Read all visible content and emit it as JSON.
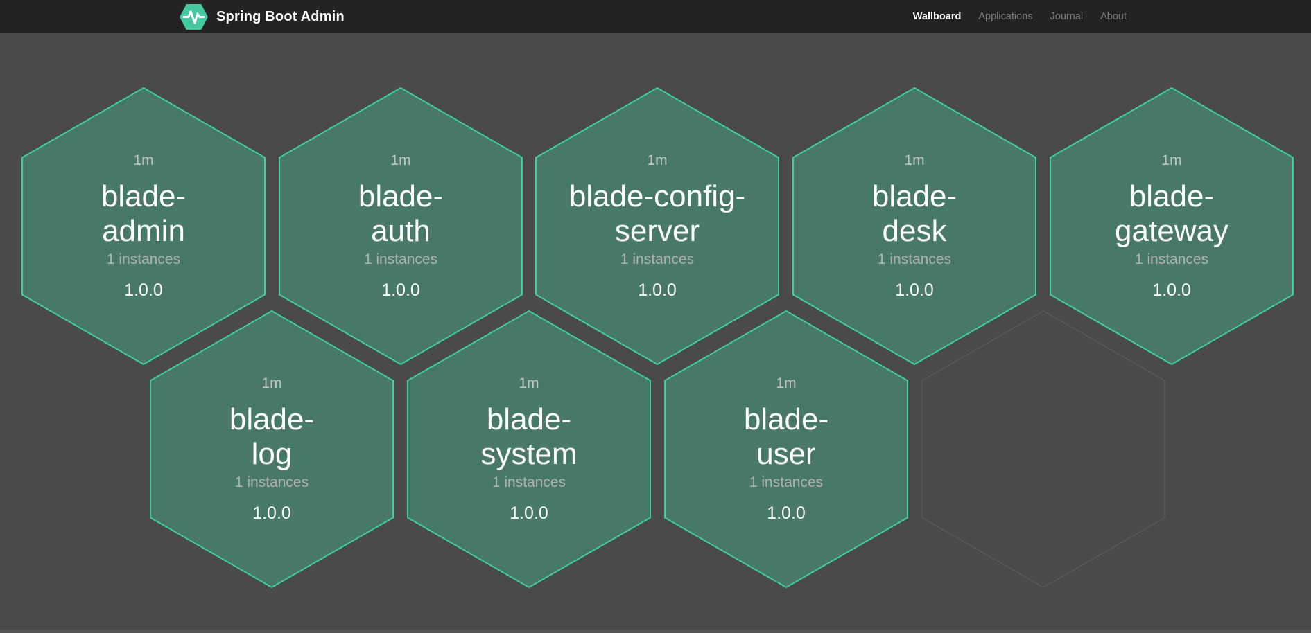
{
  "navbar": {
    "title": "Spring Boot Admin",
    "items": [
      {
        "label": "Wallboard",
        "active": true
      },
      {
        "label": "Applications",
        "active": false
      },
      {
        "label": "Journal",
        "active": false
      },
      {
        "label": "About",
        "active": false
      }
    ]
  },
  "tiles": [
    {
      "uptime": "1m",
      "name_line1": "blade-",
      "name_line2": "admin",
      "instances": "1 instances",
      "version": "1.0.0"
    },
    {
      "uptime": "1m",
      "name_line1": "blade-",
      "name_line2": "auth",
      "instances": "1 instances",
      "version": "1.0.0"
    },
    {
      "uptime": "1m",
      "name_line1": "blade-config-",
      "name_line2": "server",
      "instances": "1 instances",
      "version": "1.0.0"
    },
    {
      "uptime": "1m",
      "name_line1": "blade-",
      "name_line2": "desk",
      "instances": "1 instances",
      "version": "1.0.0"
    },
    {
      "uptime": "1m",
      "name_line1": "blade-",
      "name_line2": "gateway",
      "instances": "1 instances",
      "version": "1.0.0"
    },
    {
      "uptime": "1m",
      "name_line1": "blade-",
      "name_line2": "log",
      "instances": "1 instances",
      "version": "1.0.0"
    },
    {
      "uptime": "1m",
      "name_line1": "blade-",
      "name_line2": "system",
      "instances": "1 instances",
      "version": "1.0.0"
    },
    {
      "uptime": "1m",
      "name_line1": "blade-",
      "name_line2": "user",
      "instances": "1 instances",
      "version": "1.0.0"
    }
  ],
  "colors": {
    "page_bg": "#4a4a4a",
    "navbar_bg": "#232323",
    "hex_fill": "#487868",
    "hex_stroke": "#3ecf9b",
    "hex_empty_stroke": "#5a5a5a",
    "brand": "#45c7a0",
    "nav_inactive": "#7d7d7d"
  }
}
